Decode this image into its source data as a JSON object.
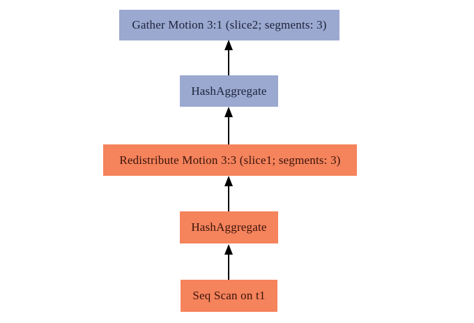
{
  "diagram": {
    "type": "flowchart",
    "description": "Query execution plan tree with bottom-up arrows",
    "background": "#ffffff",
    "arrow_color": "#000000",
    "nodes": [
      {
        "id": "gather-motion",
        "label": "Gather Motion 3:1 (slice2; segments: 3)",
        "fill": "#9ba8d0",
        "text_color": "#1c2238"
      },
      {
        "id": "hashaggregate-upper",
        "label": "HashAggregate",
        "fill": "#9ba8d0",
        "text_color": "#1c2238"
      },
      {
        "id": "redistribute-motion",
        "label": "Redistribute Motion 3:3 (slice1; segments: 3)",
        "fill": "#f5835c",
        "text_color": "#3a130a"
      },
      {
        "id": "hashaggregate-lower",
        "label": "HashAggregate",
        "fill": "#f5835c",
        "text_color": "#3a130a"
      },
      {
        "id": "seq-scan",
        "label": "Seq Scan on t1",
        "fill": "#f5835c",
        "text_color": "#3a130a"
      }
    ],
    "edges": [
      {
        "from": "hashaggregate-upper",
        "to": "gather-motion",
        "direction": "up"
      },
      {
        "from": "redistribute-motion",
        "to": "hashaggregate-upper",
        "direction": "up"
      },
      {
        "from": "hashaggregate-lower",
        "to": "redistribute-motion",
        "direction": "up"
      },
      {
        "from": "seq-scan",
        "to": "hashaggregate-lower",
        "direction": "up"
      }
    ]
  }
}
